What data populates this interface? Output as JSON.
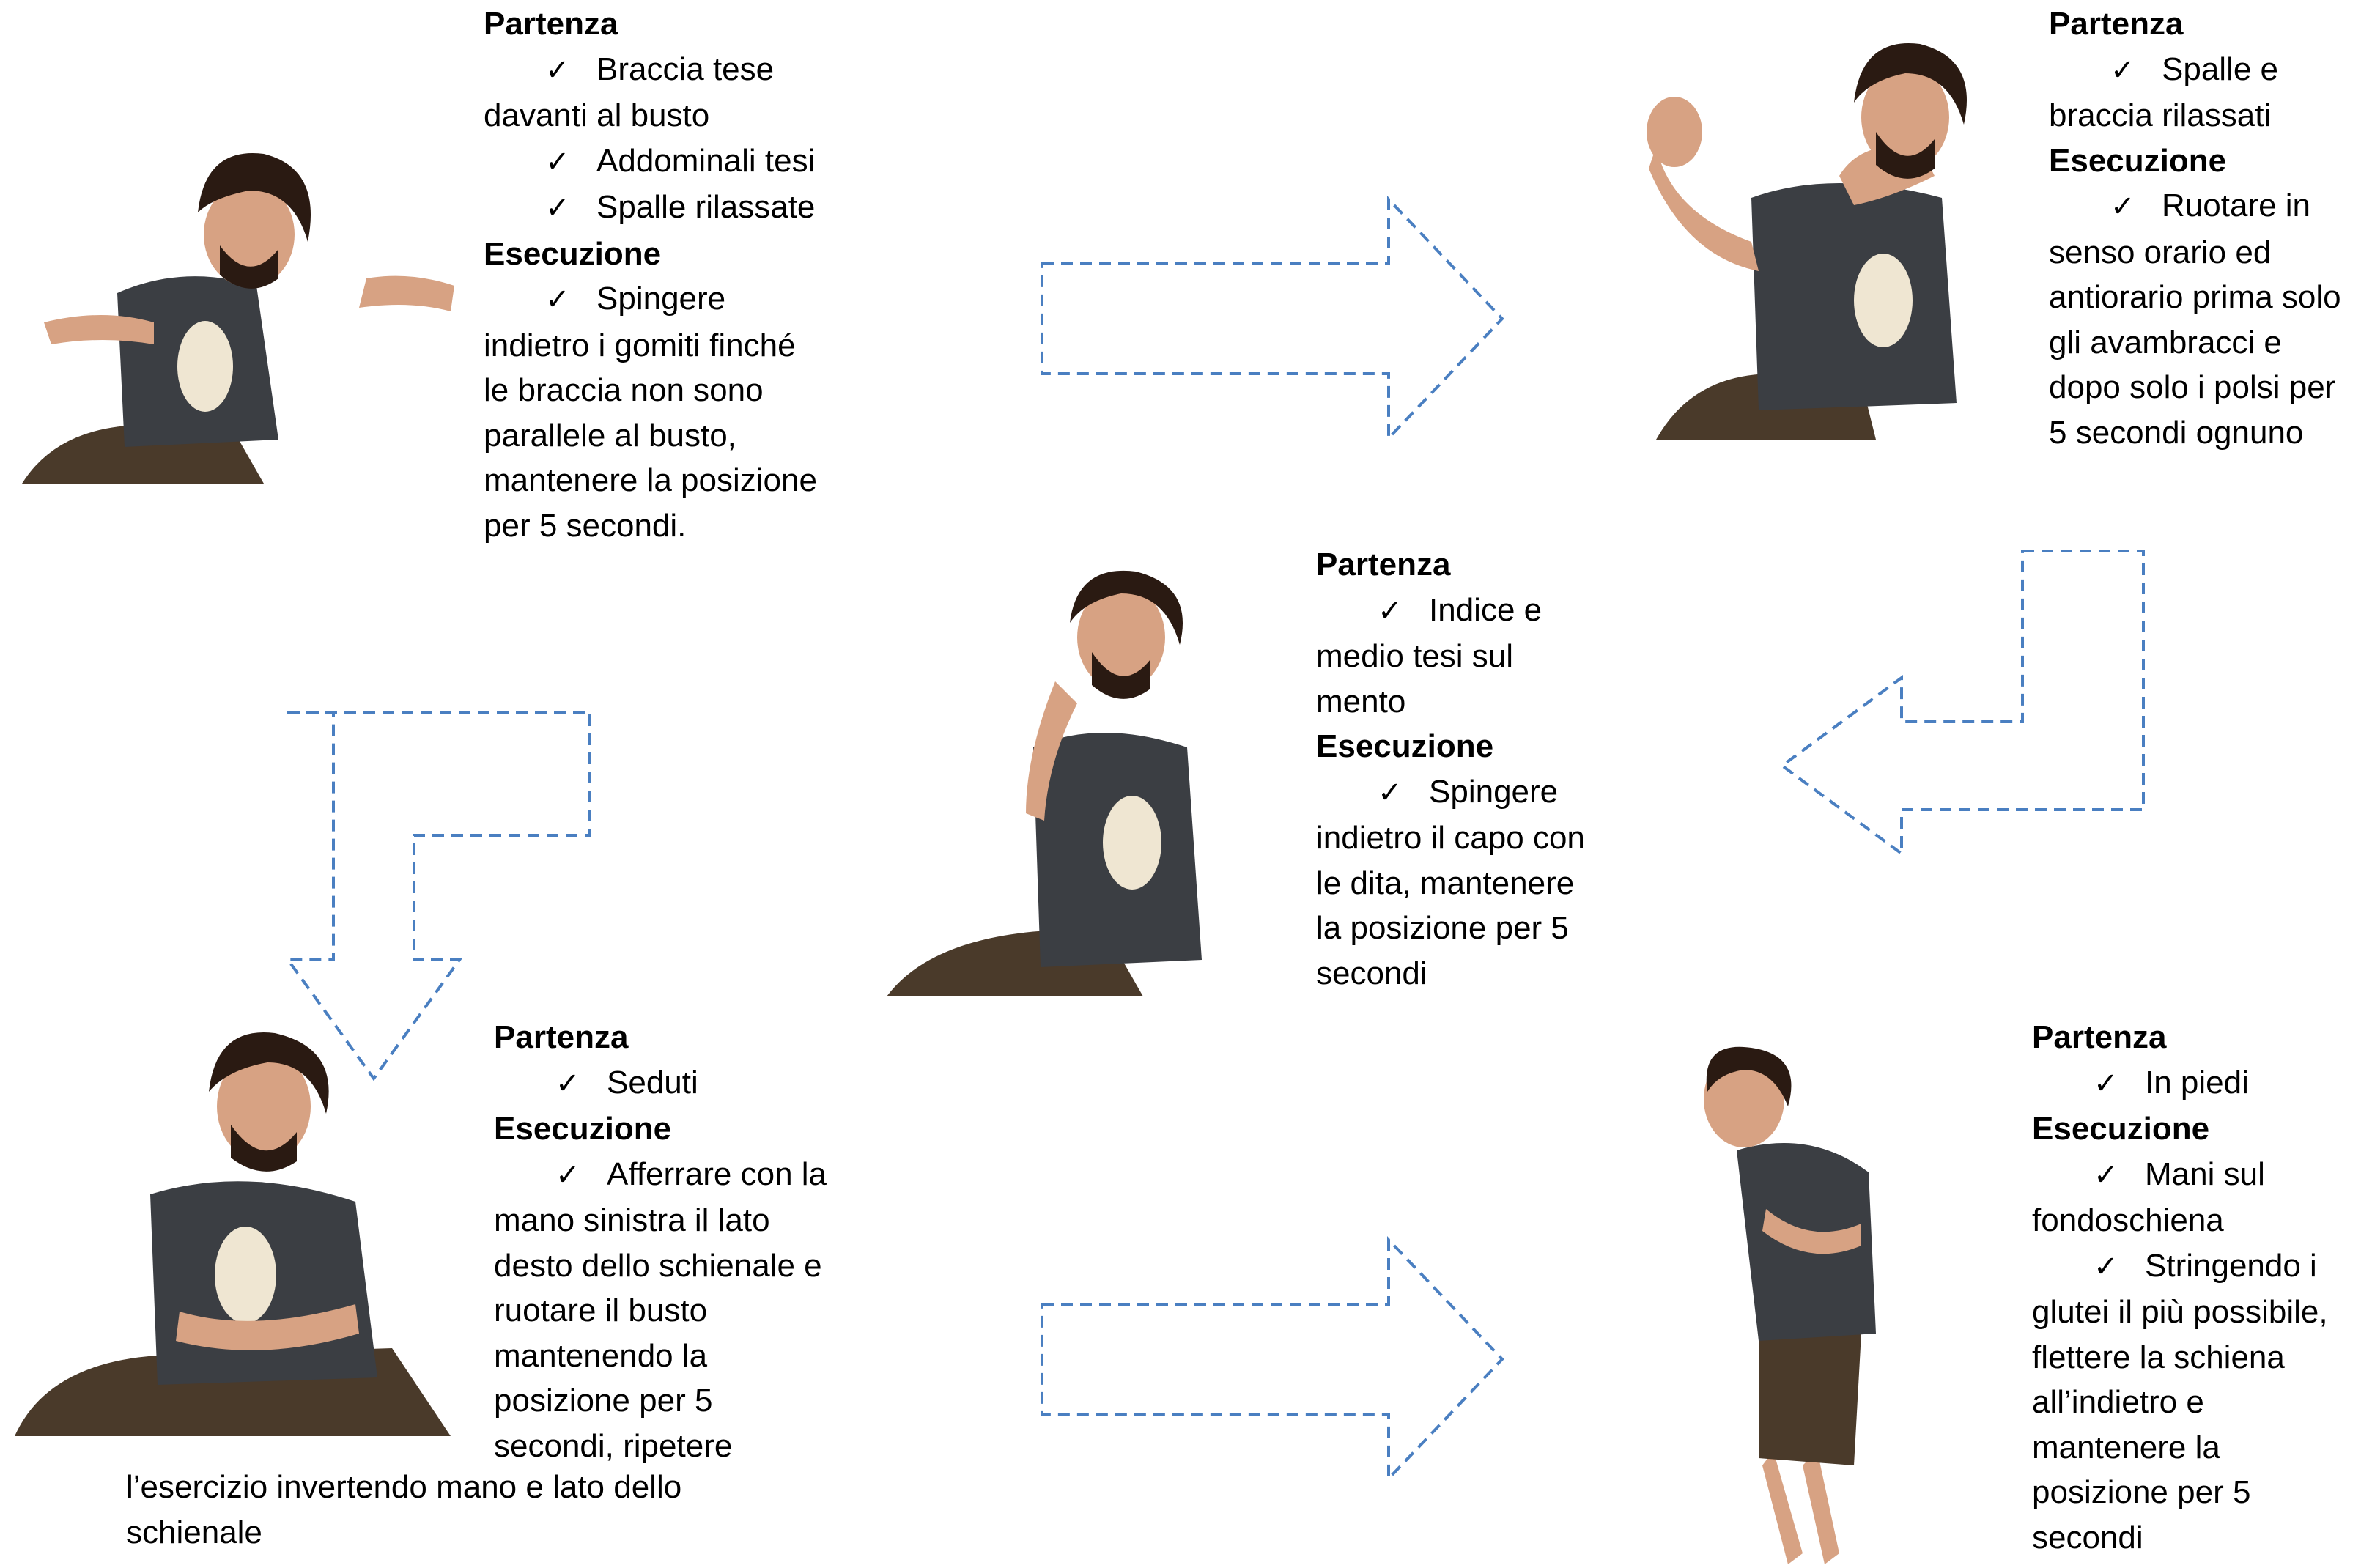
{
  "colors": {
    "arrow": "#4a7fc1",
    "shirt": "#3b3e43",
    "shorts": "#4a3a2a",
    "skin": "#d7a283",
    "hair": "#2a1a12"
  },
  "steps": [
    {
      "id": "arm-extension",
      "head_start": "Partenza",
      "start": [
        {
          "first": "Braccia tese",
          "rest": [
            "davanti al busto"
          ]
        },
        {
          "first": "Addominali tesi",
          "rest": []
        },
        {
          "first": "Spalle rilassate",
          "rest": []
        }
      ],
      "head_exec": "Esecuzione",
      "exec": [
        {
          "first": "Spingere",
          "rest": [
            "indietro i gomiti finché",
            "le braccia non sono",
            "parallele al busto,",
            "mantenere la posizione",
            "per 5 secondi."
          ]
        }
      ]
    },
    {
      "id": "wrist-rotation",
      "head_start": "Partenza",
      "start": [
        {
          "first": "Spalle e",
          "rest": [
            "braccia rilassati"
          ]
        }
      ],
      "head_exec": "Esecuzione",
      "exec": [
        {
          "first": "Ruotare in",
          "rest": [
            "senso orario ed",
            "antiorario prima solo",
            "gli avambracci  e",
            "dopo solo i polsi per",
            "5 secondi ognuno"
          ]
        }
      ]
    },
    {
      "id": "neck-retraction",
      "head_start": "Partenza",
      "start": [
        {
          "first": "Indice e",
          "rest": [
            "medio tesi sul",
            "mento"
          ]
        }
      ],
      "head_exec": "Esecuzione",
      "exec": [
        {
          "first": "Spingere",
          "rest": [
            "indietro il capo con",
            "le dita, mantenere",
            "la posizione per 5",
            "secondi"
          ]
        }
      ]
    },
    {
      "id": "trunk-twist",
      "head_start": "Partenza",
      "start": [
        {
          "first": "Seduti",
          "rest": []
        }
      ],
      "head_exec": "Esecuzione",
      "exec": [
        {
          "first": "Afferrare con la",
          "rest": [
            "mano sinistra il lato",
            "desto dello schienale e",
            "ruotare il busto",
            "mantenendo la",
            "posizione per 5",
            "secondi, ripetere"
          ]
        }
      ],
      "tail": [
        "l’esercizio invertendo mano e lato dello",
        "schienale"
      ]
    },
    {
      "id": "back-extension",
      "head_start": "Partenza",
      "start": [
        {
          "first": "In piedi",
          "rest": []
        }
      ],
      "head_exec": "Esecuzione",
      "exec": [
        {
          "first": "Mani sul",
          "rest": [
            "fondoschiena"
          ]
        },
        {
          "first": "Stringendo i",
          "rest": [
            "glutei il più possibile,",
            "flettere la schiena",
            "all’indietro e",
            "mantenere la",
            "posizione per 5",
            "secondi"
          ]
        }
      ]
    }
  ]
}
